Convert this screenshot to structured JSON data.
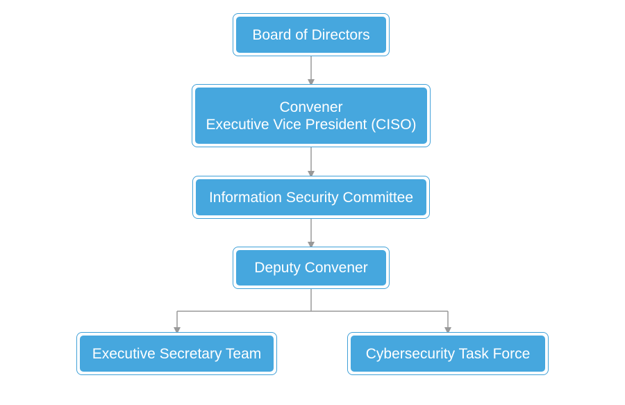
{
  "colors": {
    "box_fill": "#46a7de",
    "box_border": "#3fa0d8",
    "text": "#ffffff",
    "connector": "#999999"
  },
  "nodes": {
    "board": {
      "label": "Board of Directors"
    },
    "convener": {
      "line1": "Convener",
      "line2": "Executive Vice President (CISO)"
    },
    "committee": {
      "label": "Information Security Committee"
    },
    "deputy": {
      "label": "Deputy Convener"
    },
    "secretary": {
      "label": "Executive Secretary Team"
    },
    "taskforce": {
      "label": "Cybersecurity Task Force"
    }
  }
}
